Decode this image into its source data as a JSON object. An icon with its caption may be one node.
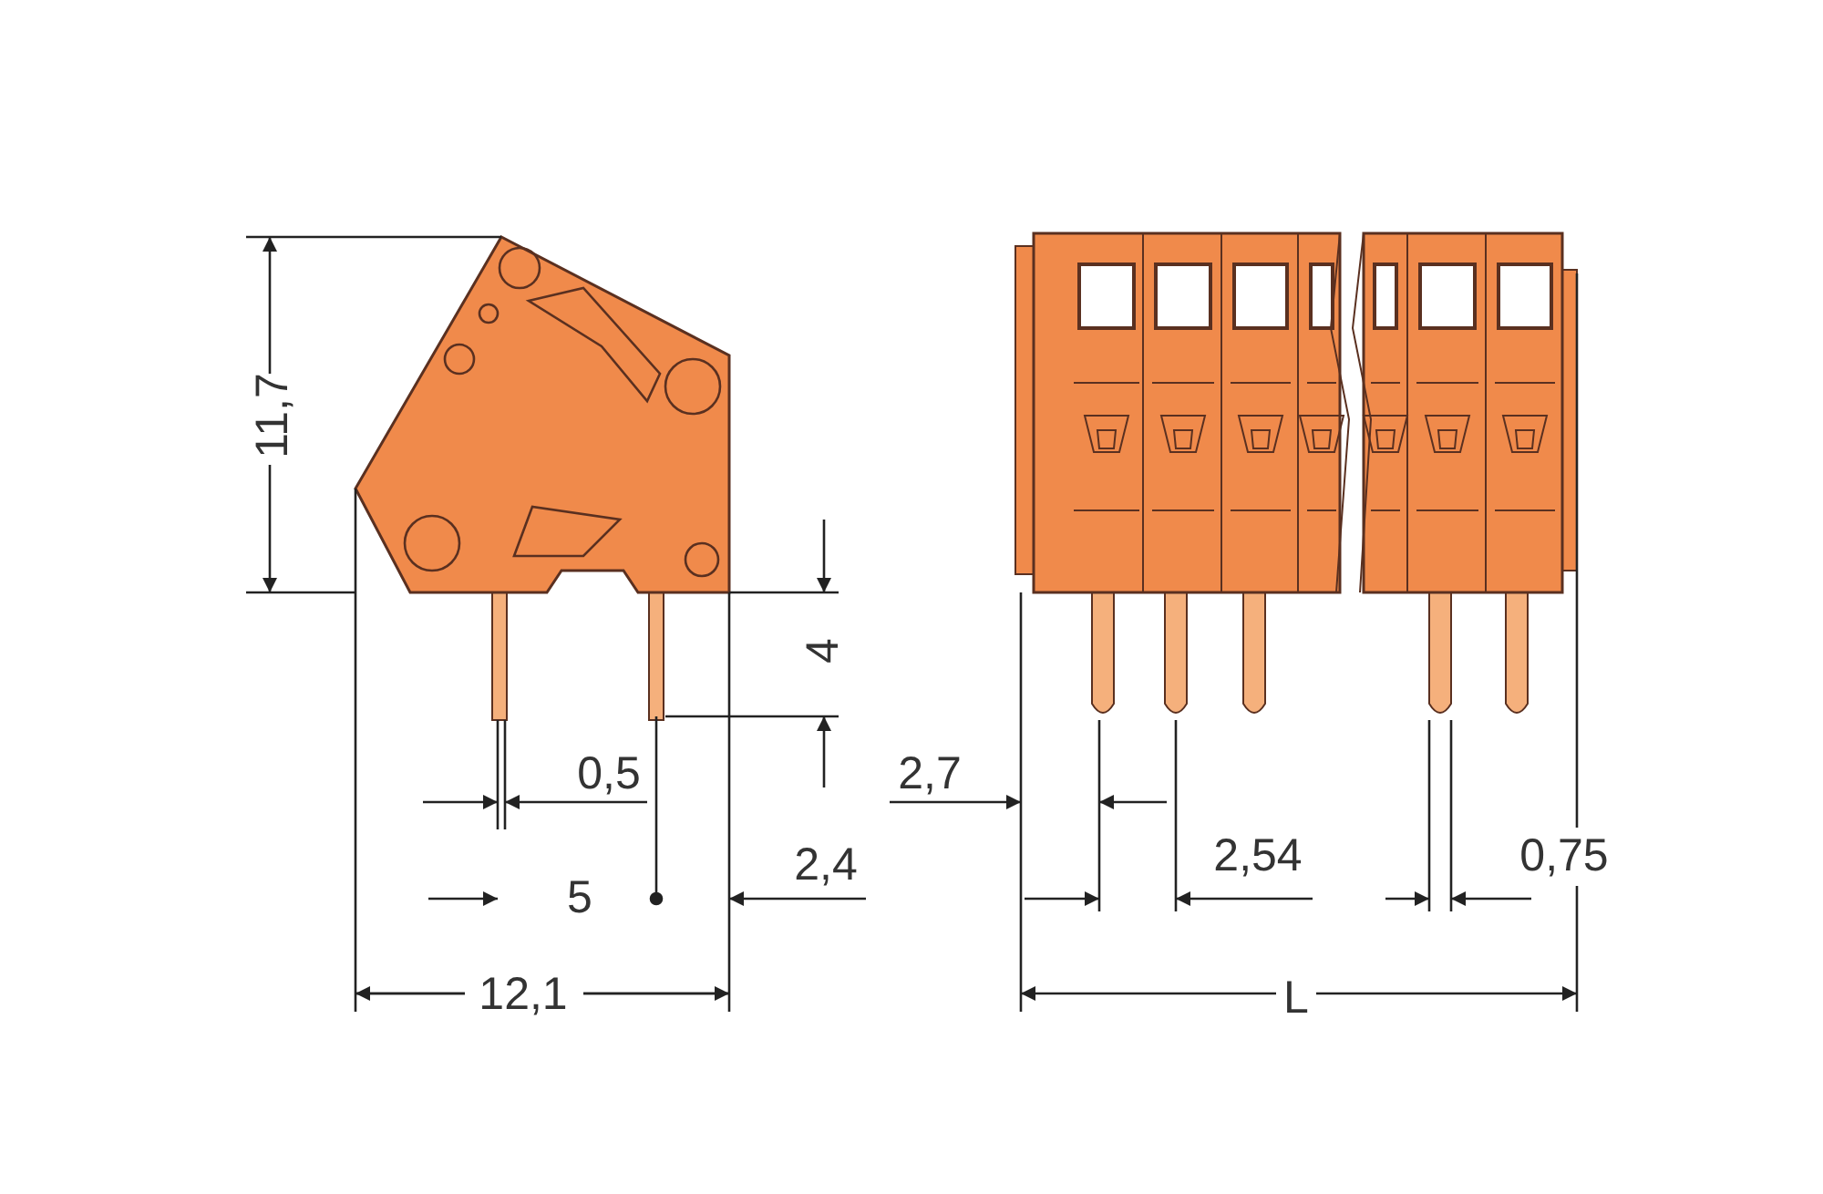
{
  "diagram": {
    "labels": [
      "11,7",
      "4",
      "0,5",
      "5",
      "2,4",
      "12,1",
      "2,7",
      "2,54",
      "0,75",
      "L"
    ]
  }
}
